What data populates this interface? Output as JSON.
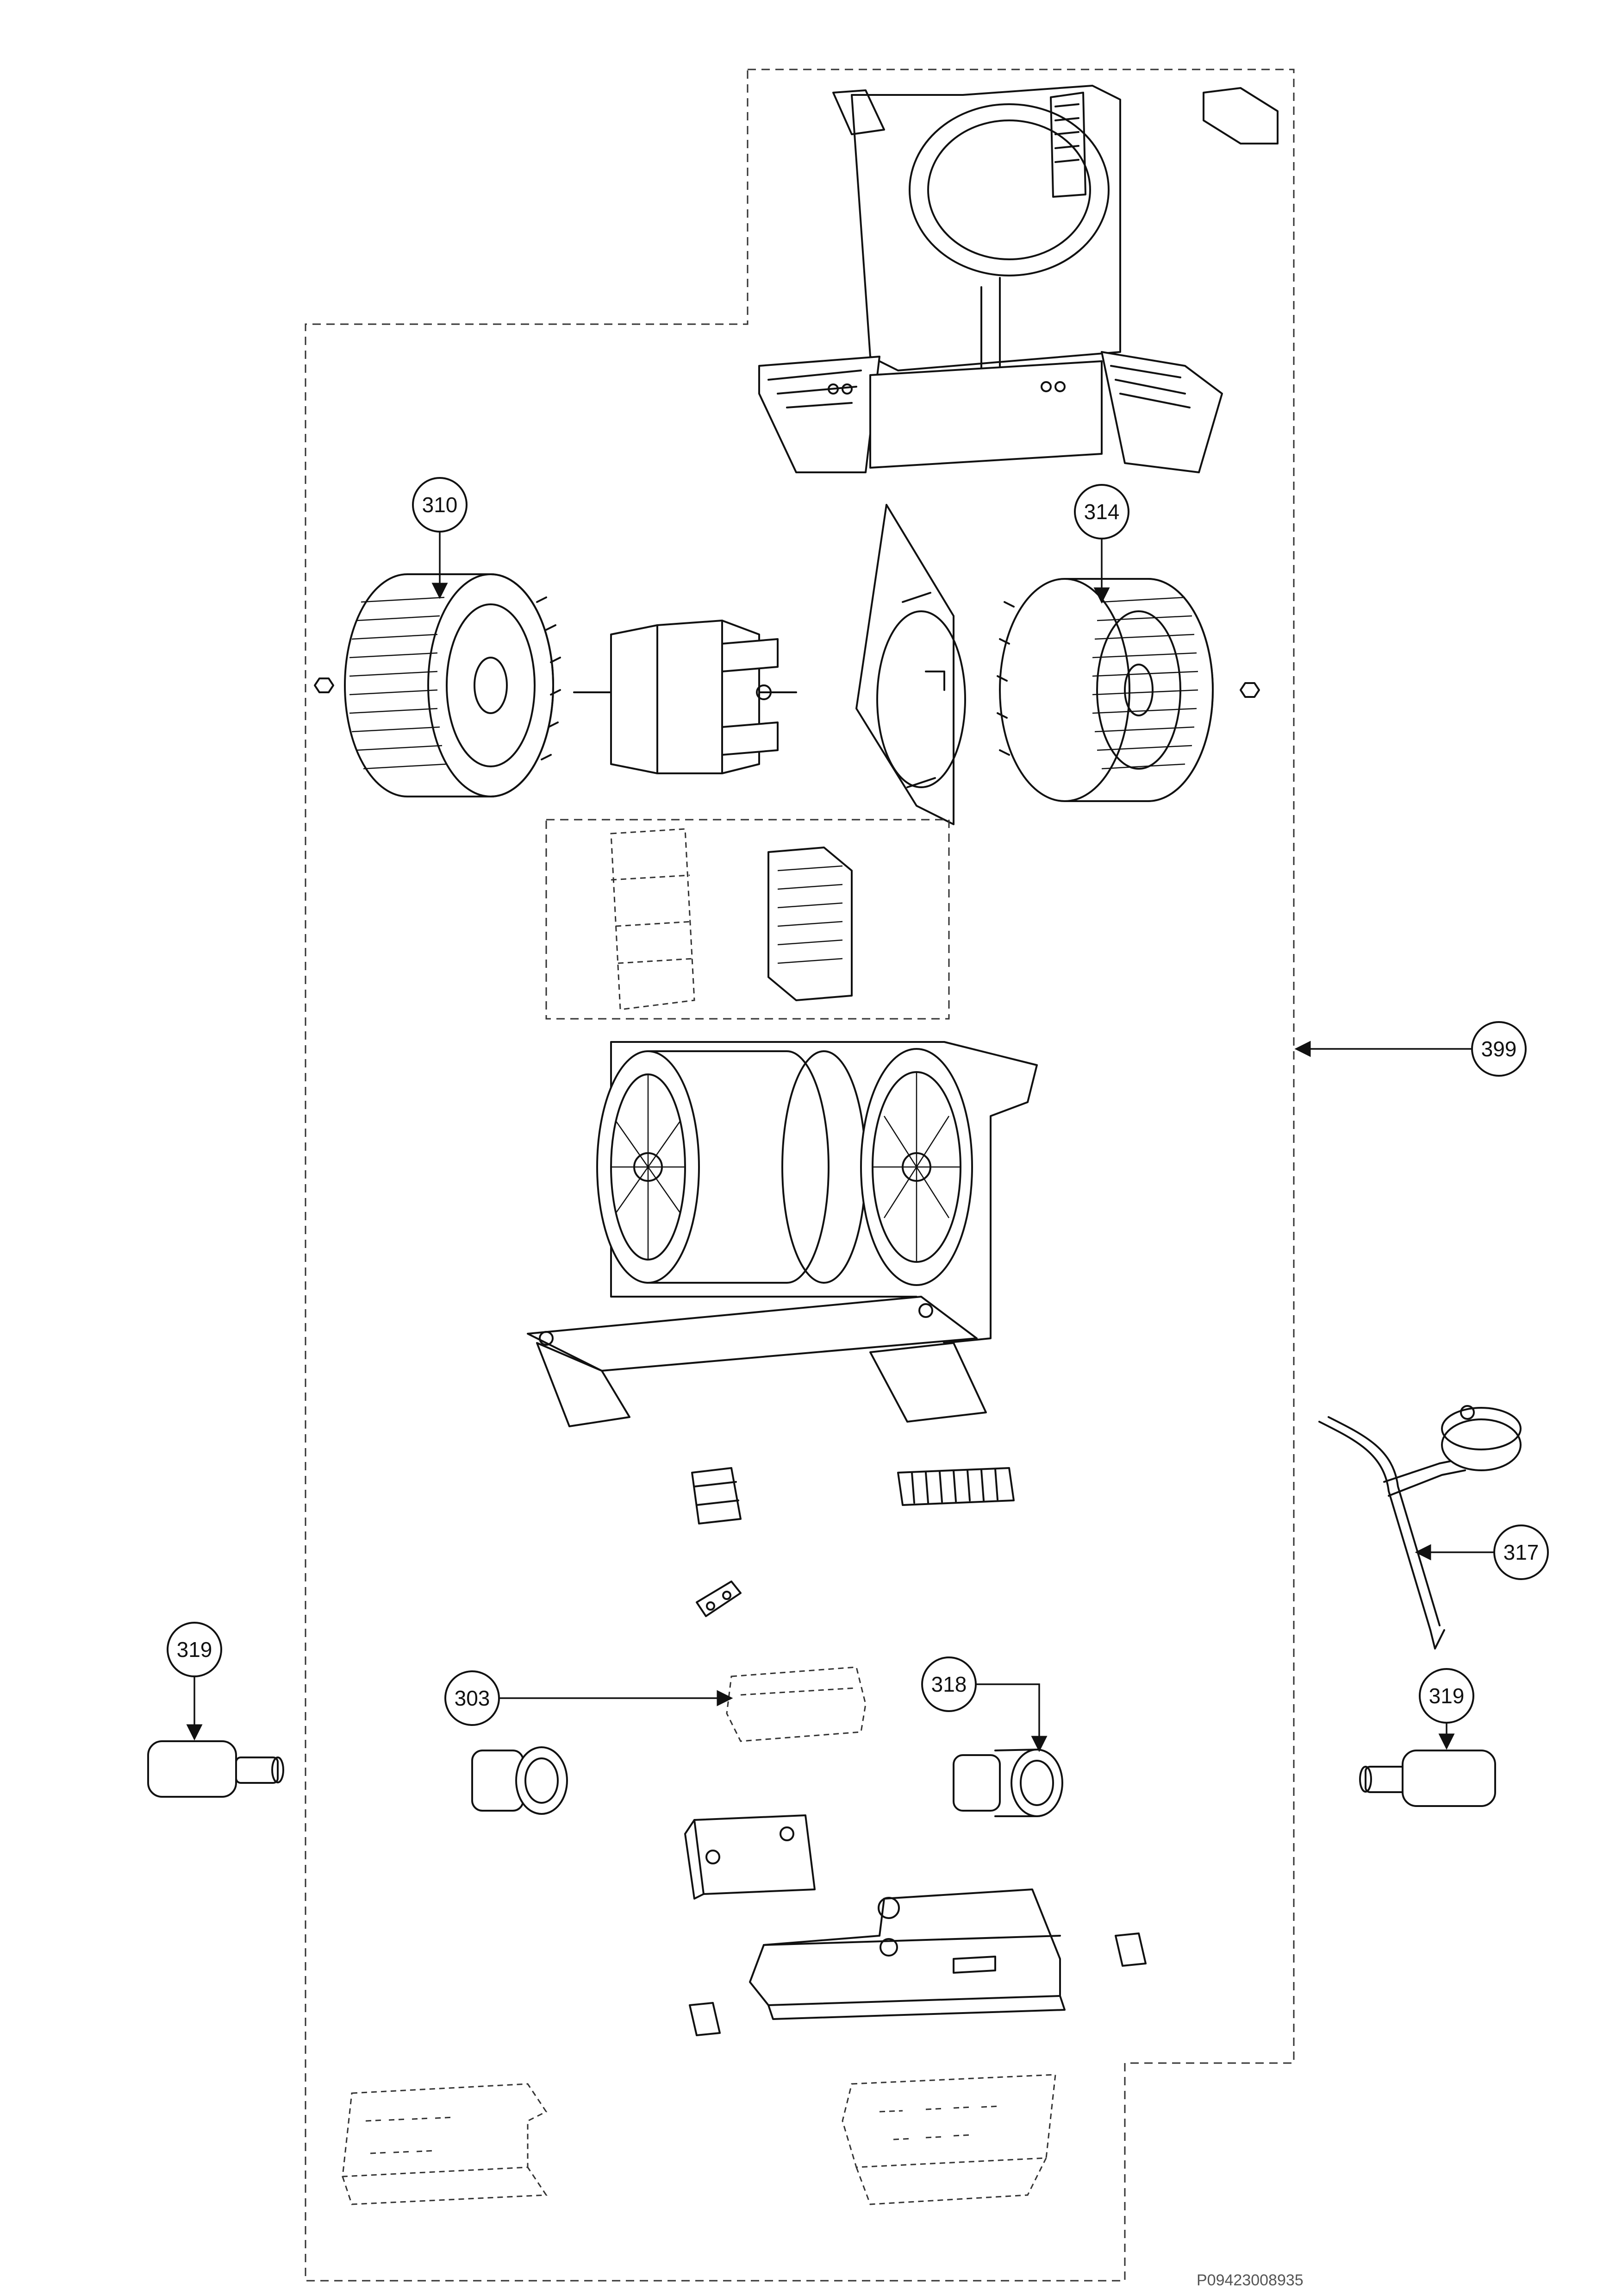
{
  "drawing_code": "P09423008935",
  "callouts": {
    "c310": "310",
    "c314": "314",
    "c399": "399",
    "c317": "317",
    "c319_left": "319",
    "c303": "303",
    "c318": "318",
    "c319_right": "319"
  }
}
